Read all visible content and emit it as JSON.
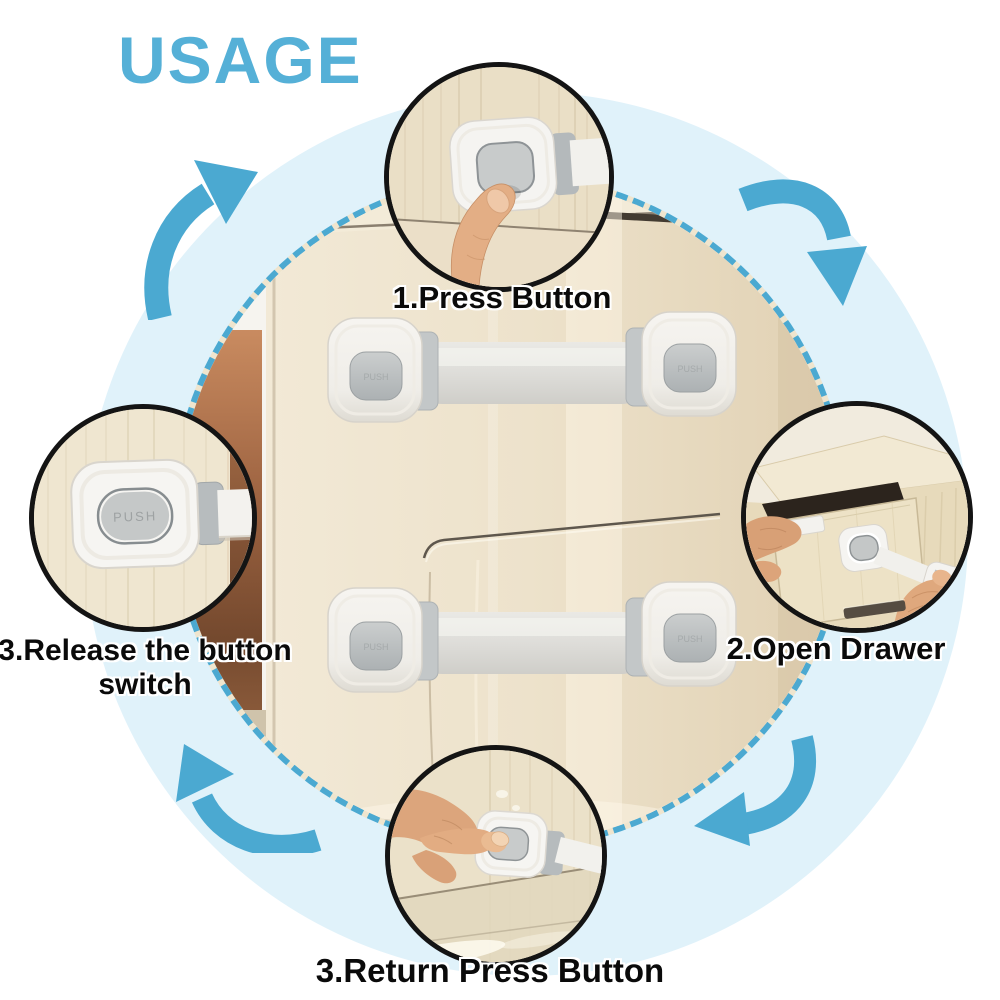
{
  "title": "USAGE",
  "labels": {
    "step1": "1.Press Button",
    "step2": "2.Open Drawer",
    "step3_release": "3.Release the button switch",
    "step3_return": "3.Return Press Button"
  },
  "lock": {
    "button_label": "PUSH"
  },
  "colors": {
    "accent_blue": "#4BA9D1",
    "title_blue": "#55B0D7",
    "bg_circle": "#E0F2FA",
    "cabinet_cream": "#EDE2CB",
    "label_text": "#0A0A0A"
  }
}
